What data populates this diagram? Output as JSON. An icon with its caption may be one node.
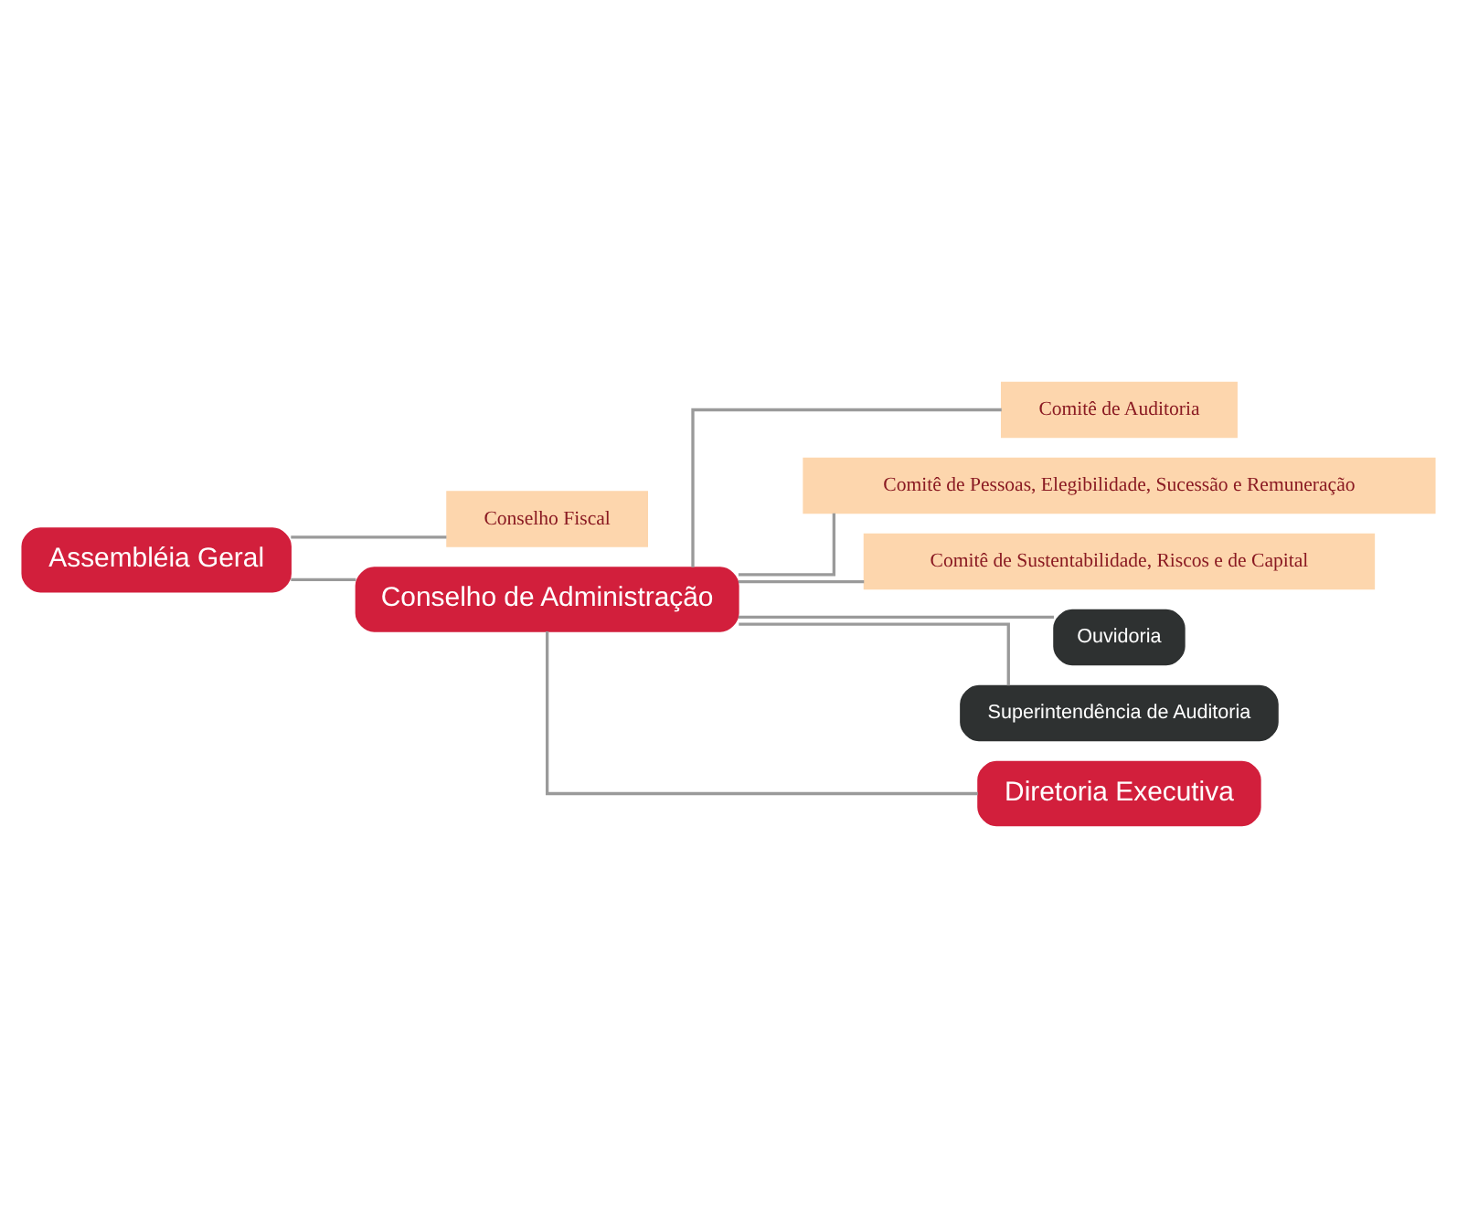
{
  "diagram": {
    "nodes": [
      {
        "text": [
          "Assembléia Geral"
        ]
      },
      {
        "text": [
          "Conselho Fiscal"
        ]
      },
      {
        "text": [
          "Conselho de Administração"
        ]
      },
      {
        "text": [
          "Comitê de Auditoria"
        ]
      },
      {
        "text": [
          "Comitê de Pessoas, Elegibilidade, Sucessão e Remuneração"
        ]
      },
      {
        "text": [
          "Comitê de Sustentabilidade, Riscos e de Capital"
        ]
      },
      {
        "text": [
          "Ouvidoria"
        ]
      },
      {
        "text": [
          "Superintendência de Auditoria"
        ]
      },
      {
        "text": [
          "Diretoria Executiva"
        ]
      }
    ],
    "edges": [
      {
        "from": 0,
        "to": 1,
        "arrow": "none"
      },
      {
        "from": 0,
        "to": 2,
        "arrow": "none"
      },
      {
        "from": 2,
        "to": 3,
        "arrow": "none"
      },
      {
        "from": 2,
        "to": 4,
        "arrow": "none"
      },
      {
        "from": 2,
        "to": 5,
        "arrow": "none"
      },
      {
        "from": 2,
        "to": 6,
        "arrow": "none"
      },
      {
        "from": 2,
        "to": 7,
        "arrow": "none"
      },
      {
        "from": 2,
        "to": 8,
        "arrow": "none"
      }
    ]
  }
}
